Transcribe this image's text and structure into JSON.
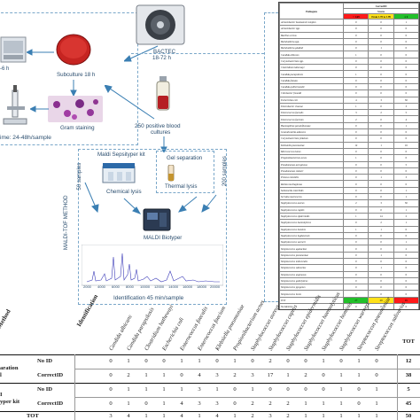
{
  "diagram": {
    "incubate_label": "-6 h",
    "time_label": "ime: 24-48h/sample",
    "bactec_label": "BACTEC",
    "bactec_time": "18-72 h",
    "subculture_label": "Subculture 18 h",
    "gram_label": "Gram staining",
    "positive_label": "250 positive blood",
    "positive_label2": "cultures",
    "sepsityper_label": "Maldi Sepsityper kit",
    "gel_label": "Gel separation",
    "chemical_label": "Chemical lysis",
    "thermal_label": "Thermal lysis",
    "samples_left": "50 samples",
    "samples_right": "200 samples",
    "maldi_side": "MALDI-TOF METHOD",
    "biotyper_label": "MALDI Biotyper",
    "identification_label": "Identification 45 min/sample",
    "spectrum_ticks": [
      "2000",
      "4000",
      "6000",
      "8000",
      "10000",
      "12000",
      "14000",
      "16000",
      "18000",
      "20000"
    ]
  },
  "id_table": {
    "header_group": "CorrectID",
    "header_sub": "Scores",
    "col_pathogen": "Pathogens",
    "col_noid": "< 1.69",
    "col_mid": "From 1.70 to 1.99",
    "col_high": "≥ 2",
    "rows": [
      [
        "Acinetobacter baumannii complex",
        "0",
        "0",
        "1"
      ],
      [
        "Acinetobacter spp.",
        "0",
        "0",
        "0"
      ],
      [
        "Bacillus cereus",
        "0",
        "0",
        "0"
      ],
      [
        "Burkholderia spp.",
        "0",
        "0",
        "0"
      ],
      [
        "Burkholderia gladioli",
        "0",
        "1",
        "0"
      ],
      [
        "Candida albicans",
        "1",
        "0",
        "0"
      ],
      [
        "Corynebacterium spp.",
        "0",
        "0",
        "0"
      ],
      [
        "Clostridium hathewayi",
        "0",
        "0",
        "0"
      ],
      [
        "Candida parapsilosis",
        "1",
        "0",
        "0"
      ],
      [
        "Candida famata",
        "0",
        "0",
        "0"
      ],
      [
        "Candida guillermondii",
        "0",
        "0",
        "0"
      ],
      [
        "Citrobacter freundii",
        "0",
        "0",
        "0"
      ],
      [
        "Escherichia coli",
        "4",
        "3",
        "30"
      ],
      [
        "Enterobacter cloacae",
        "1",
        "0",
        "3"
      ],
      [
        "Enterococcus faecalis",
        "3",
        "2",
        "5"
      ],
      [
        "Enterococcus faecium",
        "2",
        "0",
        "4"
      ],
      [
        "Haemophilus parainfluenzae",
        "0",
        "0",
        "1"
      ],
      [
        "Granulicatella adiacens",
        "0",
        "0",
        "0"
      ],
      [
        "Corynebacterium jeikeium",
        "0",
        "0",
        "0"
      ],
      [
        "Klebsiella pneumoniae",
        "12",
        "1",
        "16"
      ],
      [
        "Micrococcus luteus",
        "0",
        "0",
        "0"
      ],
      [
        "Propionibacterium acnes",
        "1",
        "0",
        "0"
      ],
      [
        "Pseudomonas aeruginosa",
        "0",
        "0",
        "5"
      ],
      [
        "Pseudomonas stutzeri",
        "0",
        "0",
        "0"
      ],
      [
        "Proteus mirabilis",
        "0",
        "1",
        "3"
      ],
      [
        "Rothia mucilaginosa",
        "0",
        "0",
        "0"
      ],
      [
        "Salmonella enteritidis",
        "0",
        "0",
        "1"
      ],
      [
        "Serratia marcescens",
        "0",
        "0",
        "1"
      ],
      [
        "Staphylococcus aureus",
        "2",
        "3",
        "30"
      ],
      [
        "Staphylococcus capitis",
        "0",
        "0",
        "1"
      ],
      [
        "Staphylococcus epidermidis",
        "1",
        "14",
        "2"
      ],
      [
        "Staphylococcus haemolyticus",
        "0",
        "2",
        "1"
      ],
      [
        "Staphylococcus hominis",
        "1",
        "1",
        "0"
      ],
      [
        "Staphylococcus lugdunensis",
        "0",
        "0",
        "0"
      ],
      [
        "Staphylococcus warneri",
        "0",
        "0",
        "1"
      ],
      [
        "Streptococcus agalactiae",
        "0",
        "0",
        "2"
      ],
      [
        "Streptococcus pneumoniae",
        "0",
        "1",
        "0"
      ],
      [
        "Streptococcus mitis/oralis",
        "0",
        "0",
        "0"
      ],
      [
        "Streptococcus salivarius",
        "0",
        "1",
        "0"
      ],
      [
        "Streptococcus anginosus",
        "0",
        "0",
        "0"
      ],
      [
        "Streptococcus gallolyticus",
        "0",
        "0",
        "0"
      ],
      [
        "Streptococcus pyogenes",
        "0",
        "0",
        "0"
      ],
      [
        "Streptococcus bovis",
        "0",
        "0",
        "0"
      ]
    ],
    "total_label": "TOT",
    "totals": [
      "27",
      "29",
      "99"
    ],
    "footer1_label": "No Identity",
    "footer1_values": [
      "0",
      "0",
      "0"
    ],
    "footer2_label": "Polymicrobial samples",
    "footer2_values": [
      "0",
      "0",
      "0"
    ]
  },
  "bottom_table": {
    "header_method": "Method",
    "header_identification": "Identification",
    "species": [
      "Candida albicans",
      "Candida parapsilosis",
      "Clostridium hathewayi",
      "Escherichia coli",
      "Enterococcus faecalis",
      "Enterococcus faecium",
      "Klebsiella pneumoniae",
      "Propionibacterium acnes",
      "Staphylococcus aureus",
      "Staphylococcus capitis",
      "Staphylococcus epidermidis",
      "Staphylococcus haemolyticus",
      "Staphylococcus hominis",
      "Staphylococcus warneri",
      "Streptococcus pneumoniae",
      "Streptococcus salivarius"
    ],
    "tot_header": "TOT",
    "method1_line1": "aration",
    "method1_line2": "l",
    "method2_line1": "I",
    "method2_line2": "yper kit",
    "rows": [
      {
        "label": "No ID",
        "values": [
          "0",
          "1",
          "0",
          "0",
          "1",
          "1",
          "0",
          "1",
          "0",
          "2",
          "0",
          "0",
          "1",
          "0",
          "1",
          "0"
        ],
        "tot": "12"
      },
      {
        "label": "CorrectID",
        "values": [
          "0",
          "2",
          "1",
          "1",
          "0",
          "4",
          "3",
          "2",
          "3",
          "17",
          "1",
          "2",
          "0",
          "1",
          "1",
          "0"
        ],
        "tot": "38"
      },
      {
        "label": "No ID",
        "values": [
          "0",
          "1",
          "1",
          "1",
          "1",
          "3",
          "1",
          "0",
          "1",
          "0",
          "0",
          "0",
          "0",
          "1",
          "0",
          "1"
        ],
        "tot": "5"
      },
      {
        "label": "CorrectID",
        "values": [
          "0",
          "1",
          "0",
          "1",
          "4",
          "3",
          "3",
          "0",
          "2",
          "2",
          "2",
          "1",
          "1",
          "1",
          "0",
          "1"
        ],
        "tot": "45"
      },
      {
        "label": "TOT",
        "values": [
          "3",
          "4",
          "1",
          "1",
          "4",
          "1",
          "4",
          "1",
          "2",
          "3",
          "2",
          "1",
          "1",
          "1",
          "1",
          "1"
        ],
        "tot": "50"
      }
    ]
  },
  "colors": {
    "accent": "#3b7fb3",
    "dash": "#7aa7c9",
    "red": "#ff1a1a",
    "yellow": "#ffe11a",
    "green": "#22c02a"
  }
}
